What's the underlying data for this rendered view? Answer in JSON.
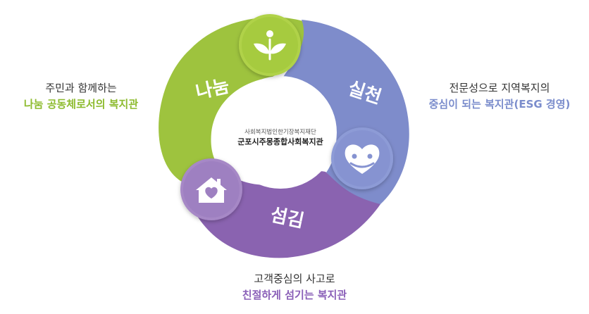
{
  "center": {
    "subtitle": "사회복지법인한기장복지재단",
    "title": "군포시주몽종합사회복지관"
  },
  "segments": [
    {
      "label": "나눔",
      "color": "#9ec33e",
      "icon": "plant-sprout-icon"
    },
    {
      "label": "실천",
      "color": "#7e8ccb",
      "icon": "heart-hands-icon"
    },
    {
      "label": "섬김",
      "color": "#8a63b0",
      "icon": "house-heart-icon"
    }
  ],
  "captions": {
    "left": {
      "line1": "주민과 함께하는",
      "line2": "나눔 공동체로서의 복지관",
      "color": "#8dbb2e"
    },
    "right": {
      "line1": "전문성으로 지역복지의",
      "line2": "중심이 되는 복지관(ESG 경영)",
      "color": "#7b8dcc"
    },
    "bottom": {
      "line1": "고객중심의 사고로",
      "line2": "친절하게 섬기는 복지관",
      "color": "#8a5fb8"
    }
  }
}
